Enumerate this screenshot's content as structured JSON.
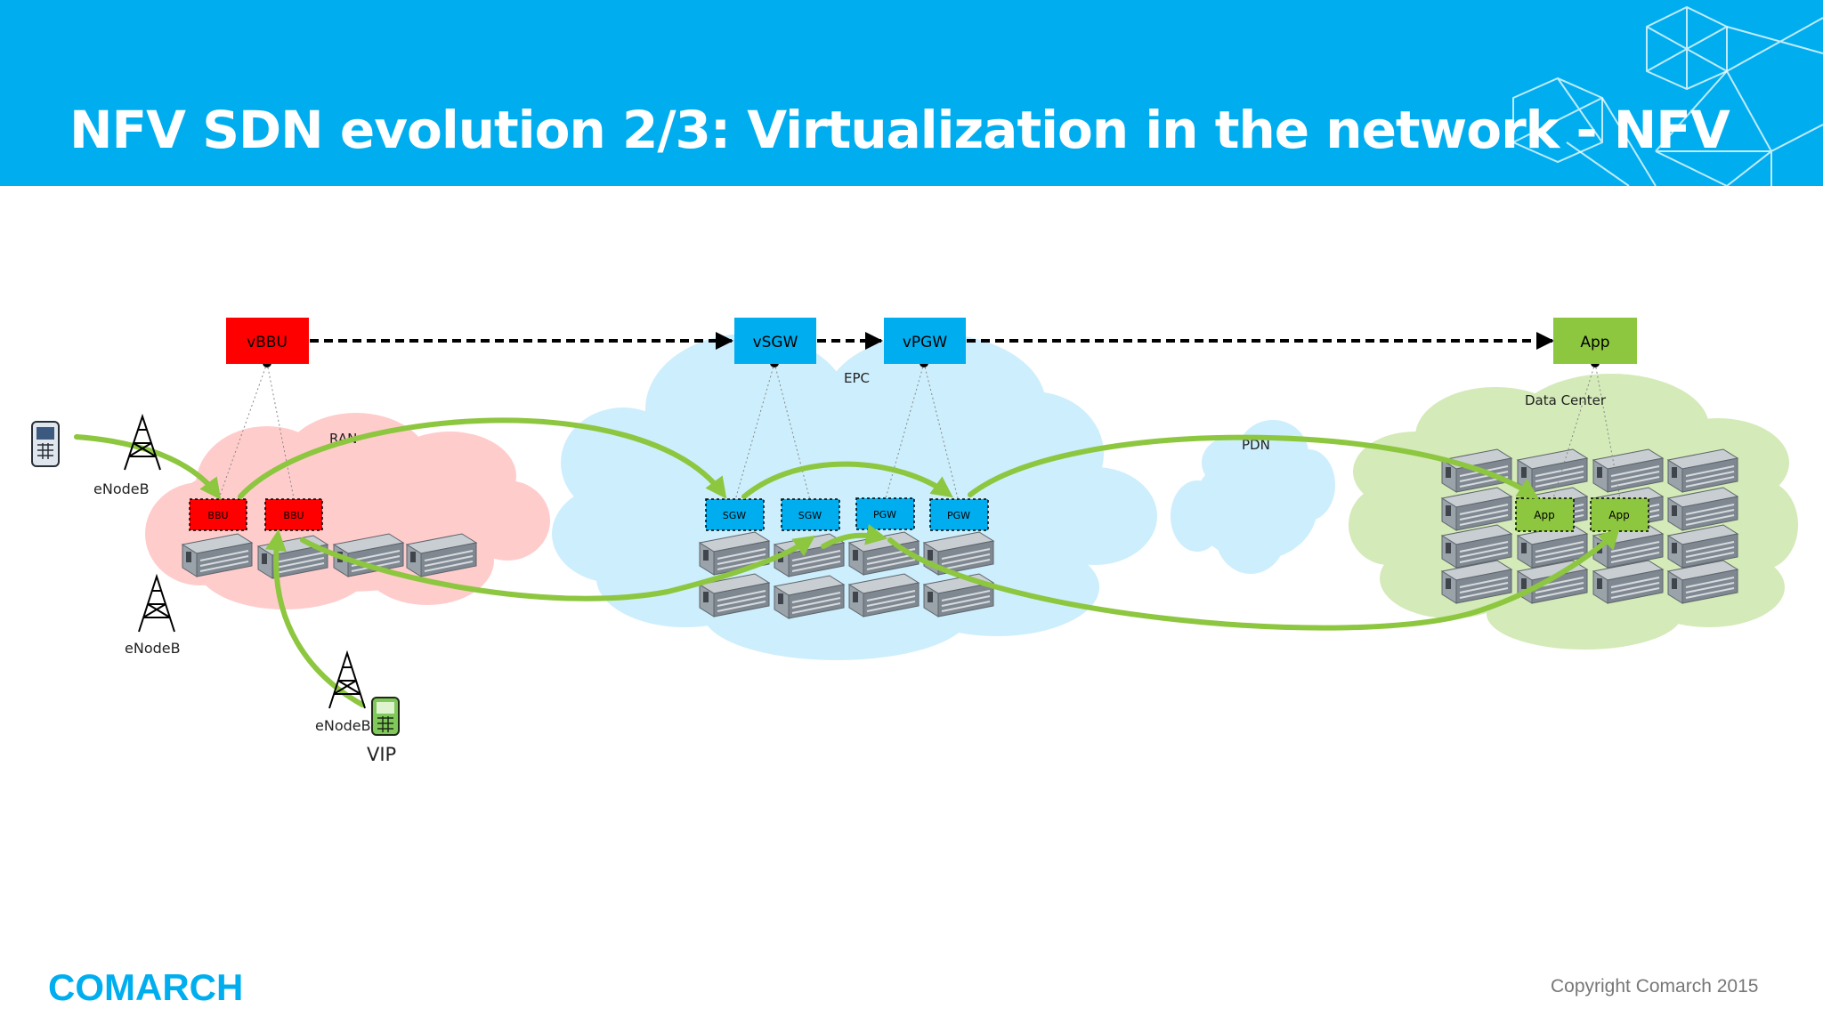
{
  "slide": {
    "title": "NFV SDN evolution 2/3: Virtualization in the network - NFV",
    "logo": "COMARCH",
    "copyright": "Copyright Comarch 2015"
  },
  "colors": {
    "header": "#00aeef",
    "ran_cloud": "#ffcccc",
    "epc_cloud": "#cdeefc",
    "pdn_cloud": "#cdeefc",
    "dc_cloud": "#d4eab8",
    "vbbu": "#ff0000",
    "epc_node": "#00aeef",
    "app_node": "#8dc63f",
    "flow": "#8dc63f"
  },
  "diagram": {
    "virtual_nodes": {
      "vbbu": "vBBU",
      "vsgw": "vSGW",
      "vpgw": "vPGW",
      "app": "App"
    },
    "clouds": {
      "ran": "RAN",
      "epc": "EPC",
      "pdn": "PDN",
      "dc": "Data Center"
    },
    "functions": {
      "bbu": [
        "BBU",
        "BBU"
      ],
      "sgw": [
        "SGW",
        "SGW"
      ],
      "pgw": [
        "PGW",
        "PGW"
      ],
      "app": [
        "App",
        "App"
      ]
    },
    "towers": {
      "t1": "eNodeB",
      "t2": "eNodeB",
      "t3": "eNodeB"
    },
    "vip_label": "VIP",
    "icons": [
      "phone-icon",
      "vip-phone-icon",
      "cell-tower-icon",
      "server-icon"
    ]
  }
}
